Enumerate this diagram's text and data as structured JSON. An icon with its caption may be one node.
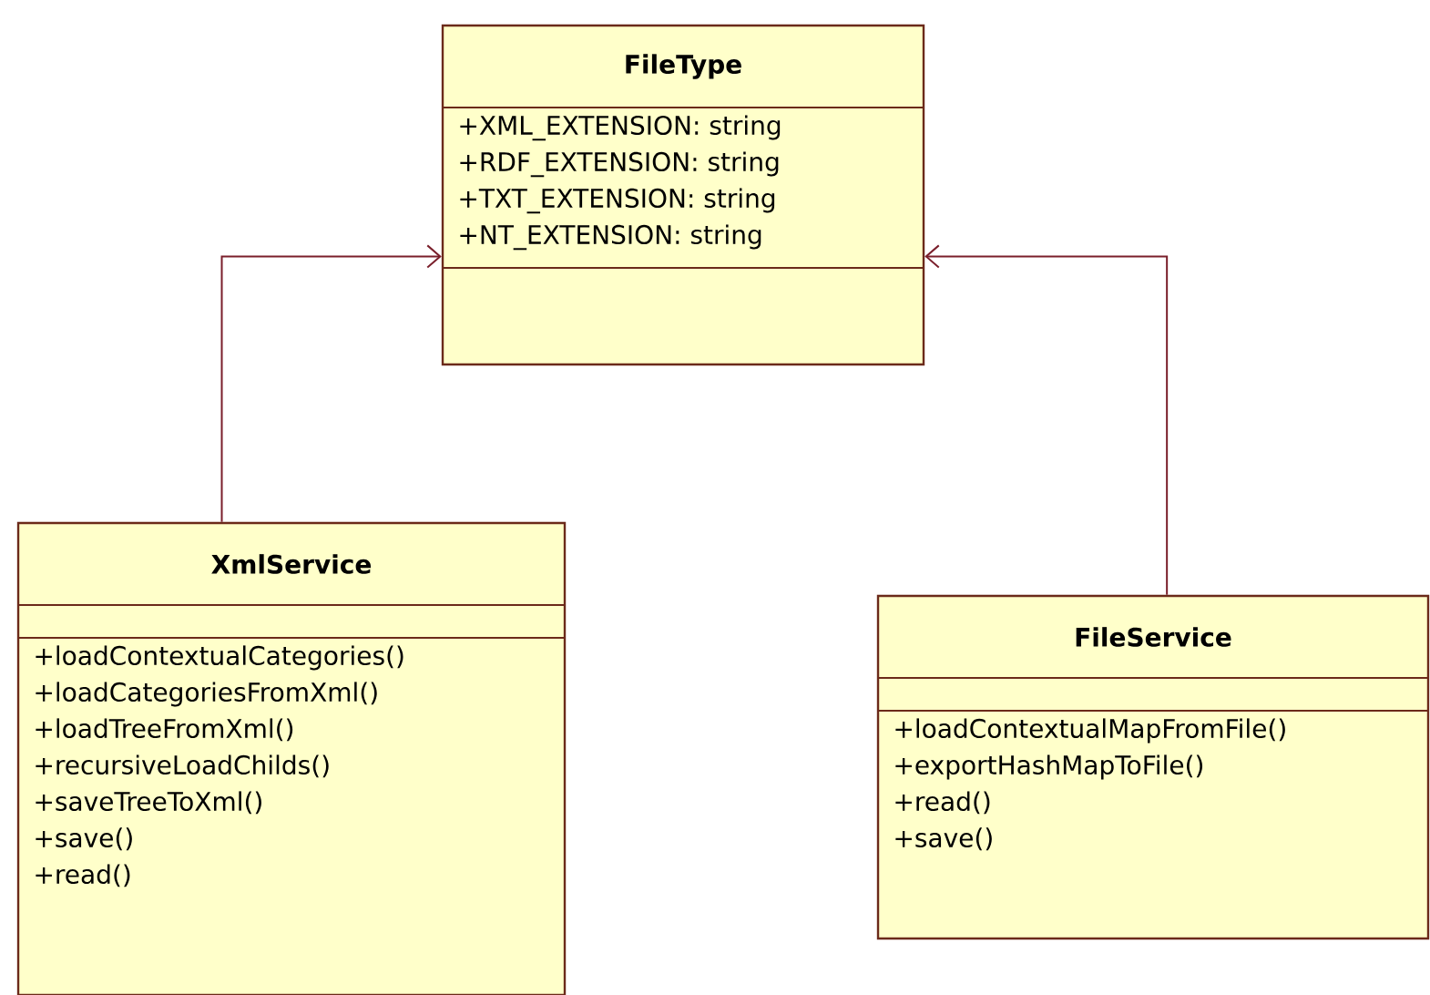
{
  "diagram": {
    "nodes": [
      {
        "text": [
          "FileType",
          "+XML_EXTENSION: string",
          "+RDF_EXTENSION: string",
          "+TXT_EXTENSION: string",
          "+NT_EXTENSION: string"
        ]
      },
      {
        "text": [
          "XmlService",
          "+loadContextualCategories()",
          "+loadCategoriesFromXml()",
          "+loadTreeFromXml()",
          "+recursiveLoadChilds()",
          "+saveTreeToXml()",
          "+save()",
          "+read()"
        ]
      },
      {
        "text": [
          "FileService",
          "+loadContextualMapFromFile()",
          "+exportHashMapToFile()",
          "+read()",
          "+save()"
        ]
      }
    ],
    "edges": [
      {
        "from": 1,
        "to": 0,
        "arrow": "to"
      },
      {
        "from": 2,
        "to": 0,
        "arrow": "to"
      }
    ]
  }
}
